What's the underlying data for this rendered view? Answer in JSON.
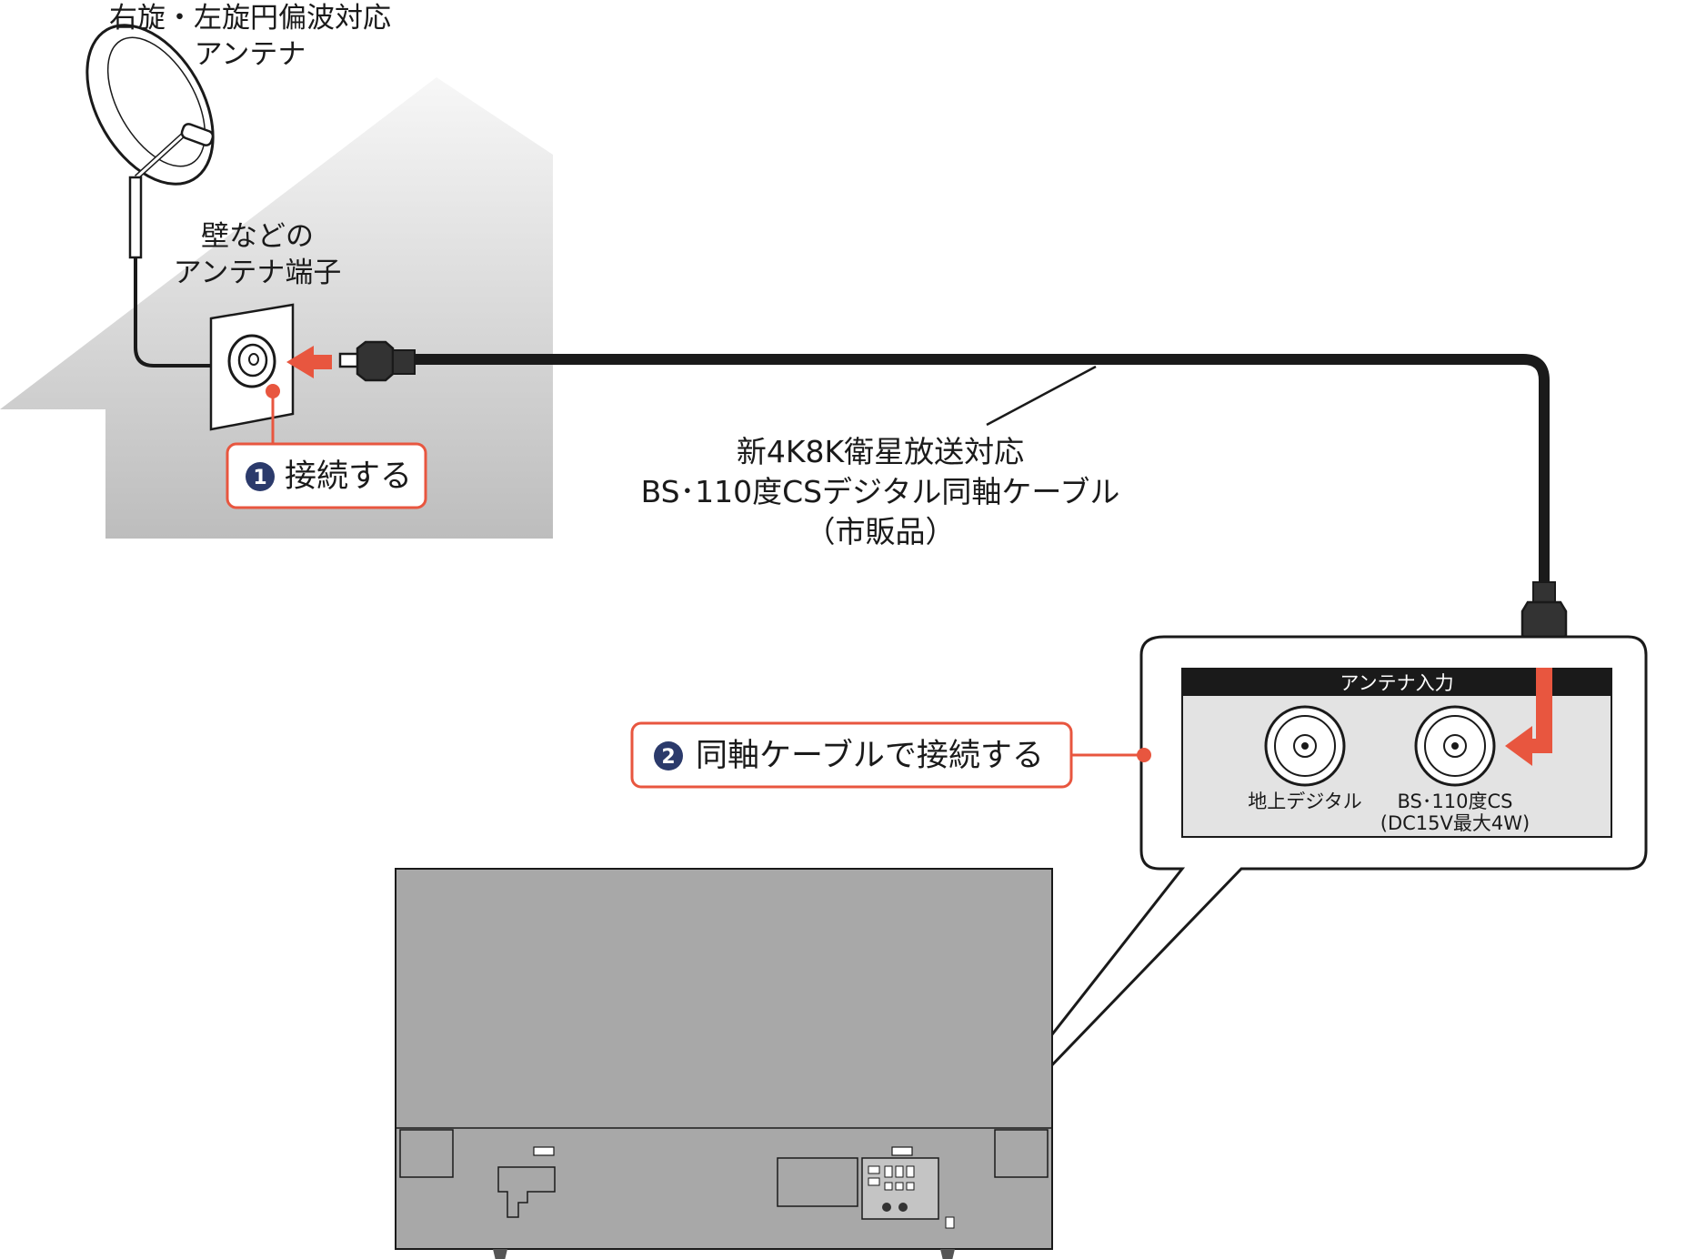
{
  "antenna": {
    "label_line1": "右旋・左旋円偏波対応",
    "label_line2": "アンテナ"
  },
  "wall_terminal": {
    "label_line1": "壁などの",
    "label_line2": "アンテナ端子"
  },
  "steps": [
    {
      "number": "1",
      "text": "接続する"
    },
    {
      "number": "2",
      "text": "同軸ケーブルで接続する"
    }
  ],
  "cable": {
    "label_line1": "新4K8K衛星放送対応",
    "label_line2": "BS･110度CSデジタル同軸ケーブル",
    "label_line3": "（市販品）"
  },
  "panel": {
    "title": "アンテナ入力",
    "port_terrestrial": "地上デジタル",
    "port_bs_line1": "BS･110度CS",
    "port_bs_line2": "(DC15V最大4W)"
  },
  "colors": {
    "accent": "#e8563f",
    "badge": "#2b3a6b",
    "house": "#cfcfcf",
    "tv": "#a8a8a8"
  }
}
